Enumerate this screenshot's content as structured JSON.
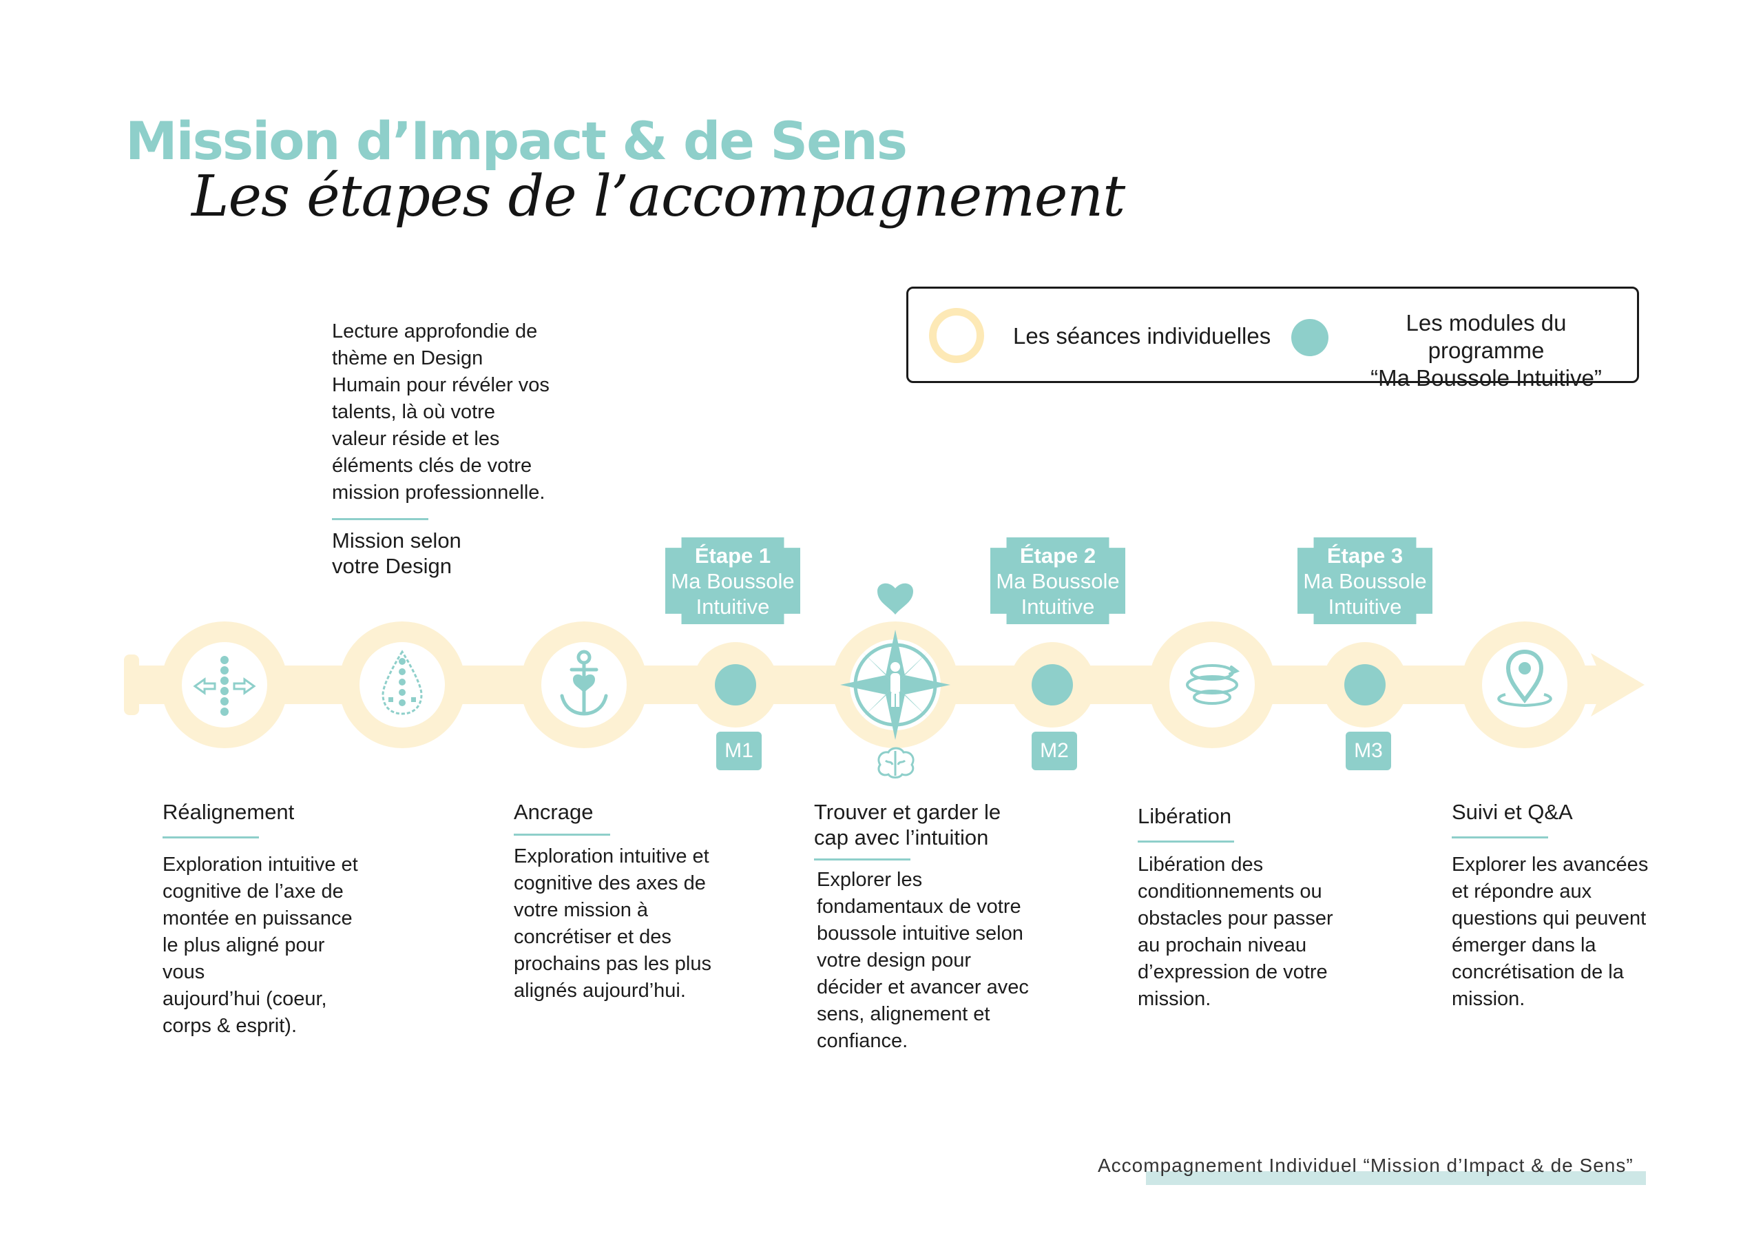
{
  "title": {
    "main": "Mission d’Impact & de Sens",
    "script": "Les étapes de l’accompagnement"
  },
  "legend": {
    "individual_sessions": "Les séances individuelles",
    "program_modules_line1": "Les modules du programme",
    "program_modules_line2": "“Ma Boussole Intuitive”"
  },
  "intro": {
    "lines": [
      "Lecture approfondie de",
      "thème en Design",
      "Humain pour révéler vos",
      "talents, là où votre",
      "valeur réside et les",
      "éléments clés de votre",
      "mission professionnelle."
    ],
    "heading_line1": "Mission selon",
    "heading_line2": "votre Design"
  },
  "badges": [
    {
      "title": "Étape 1",
      "line2": "Ma Boussole",
      "line3": "Intuitive"
    },
    {
      "title": "Étape 2",
      "line2": "Ma Boussole",
      "line3": "Intuitive"
    },
    {
      "title": "Étape 3",
      "line2": "Ma Boussole",
      "line3": "Intuitive"
    }
  ],
  "modules": [
    "M1",
    "M2",
    "M3"
  ],
  "icons": {
    "node1": "realignment-icon",
    "node2": "chakra-drop-icon",
    "node3": "anchor-heart-icon",
    "node4": "compass-figure-icon",
    "node5": "spiral-icon",
    "node6": "location-pin-icon",
    "heart": "heart-icon",
    "brain": "brain-icon"
  },
  "colors": {
    "teal": "#8ecfca",
    "cream": "#fdf1d3",
    "ring": "#fde9b6"
  },
  "columns": [
    {
      "heading": [
        "Réalignement"
      ],
      "body": [
        "Exploration intuitive et",
        "cognitive de l’axe de",
        "montée en puissance",
        "le plus aligné pour vous",
        "aujourd’hui (coeur,",
        "corps & esprit)."
      ]
    },
    {
      "heading": [
        "Ancrage"
      ],
      "body": [
        "Exploration intuitive et",
        "cognitive des axes de",
        "votre mission à",
        "concrétiser et des",
        "prochains pas les plus",
        "alignés aujourd’hui."
      ]
    },
    {
      "heading": [
        "Trouver et garder le",
        "cap avec l’intuition"
      ],
      "body": [
        "Explorer les",
        "fondamentaux de votre",
        "boussole intuitive selon",
        "votre design pour",
        "décider et avancer avec",
        "sens, alignement et",
        "confiance."
      ]
    },
    {
      "heading": [
        "Libération"
      ],
      "body": [
        "Libération des",
        "conditionnements ou",
        "obstacles pour passer",
        "au prochain niveau",
        "d’expression de votre",
        "mission."
      ]
    },
    {
      "heading": [
        "Suivi et Q&A"
      ],
      "body": [
        "Explorer les avancées",
        "et répondre aux",
        "questions qui peuvent",
        "émerger dans la",
        "concrétisation de la",
        "mission."
      ]
    }
  ],
  "footer": "Accompagnement Individuel “Mission d’Impact & de Sens”"
}
